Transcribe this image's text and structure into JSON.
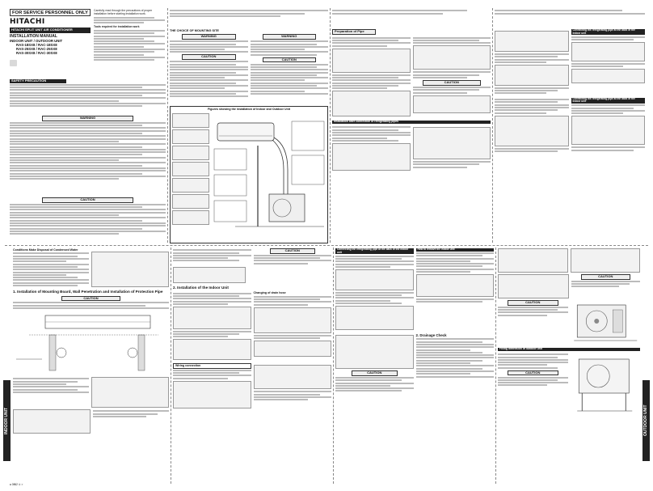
{
  "banner": "FOR SERVICE PERSONNEL ONLY",
  "brand": "HITACHI",
  "product": {
    "line1": "HITACHI SPLIT UNIT AIR CONDITIONER",
    "line2": "INSTALLATION MANUAL",
    "line3": "INDOOR UNIT / OUTDOOR UNIT",
    "models": [
      "RAS-18SX8 / RAC-18SX8",
      "RAS-25SX8 / RAC-25SX8",
      "RAS-30SX8 / RAC-30SX8"
    ]
  },
  "sections": {
    "safety": "SAFETY PRECAUTION",
    "warning": "WARNING",
    "caution": "CAUTION",
    "choice": "THE CHOICE OF MOUNTING SITE",
    "prep": "Preparation of Pipe",
    "install_after": "Installation after connection of refrigerating pipes",
    "connect_back": "Connecting the refrigerating pipe at the back of the indoor unit",
    "connect_left": "Connecting the refrigerating pipe at the back of the indoor unit",
    "figures_title": "Figures showing the installation of Indoor and Outdoor Unit",
    "removal": "How to remove the indoor unit",
    "drainage": "2. Drainage Check",
    "outdoor_fix": "Fixing dimension of outdoor unit",
    "conditions": "Conditions Make Disposal of Condensed Water",
    "s1": "1.  Installation of Mounting Board, Wall Penetration and Installation of Protection Pipe",
    "s2": "2.  Installation of the Indoor Unit",
    "wiring": "Wiring connection",
    "drain_hose": "Changing of drain hose",
    "side_indoor": "INDOOR UNIT",
    "side_outdoor": "OUTDOOR UNIT",
    "footer": "● 0862  ① >"
  },
  "body_text": {
    "intro": "Carefully read through the precautions of proper installation before starting installation work.",
    "note_required": "Tools required for installation work",
    "caution_label": "CAUTION"
  }
}
